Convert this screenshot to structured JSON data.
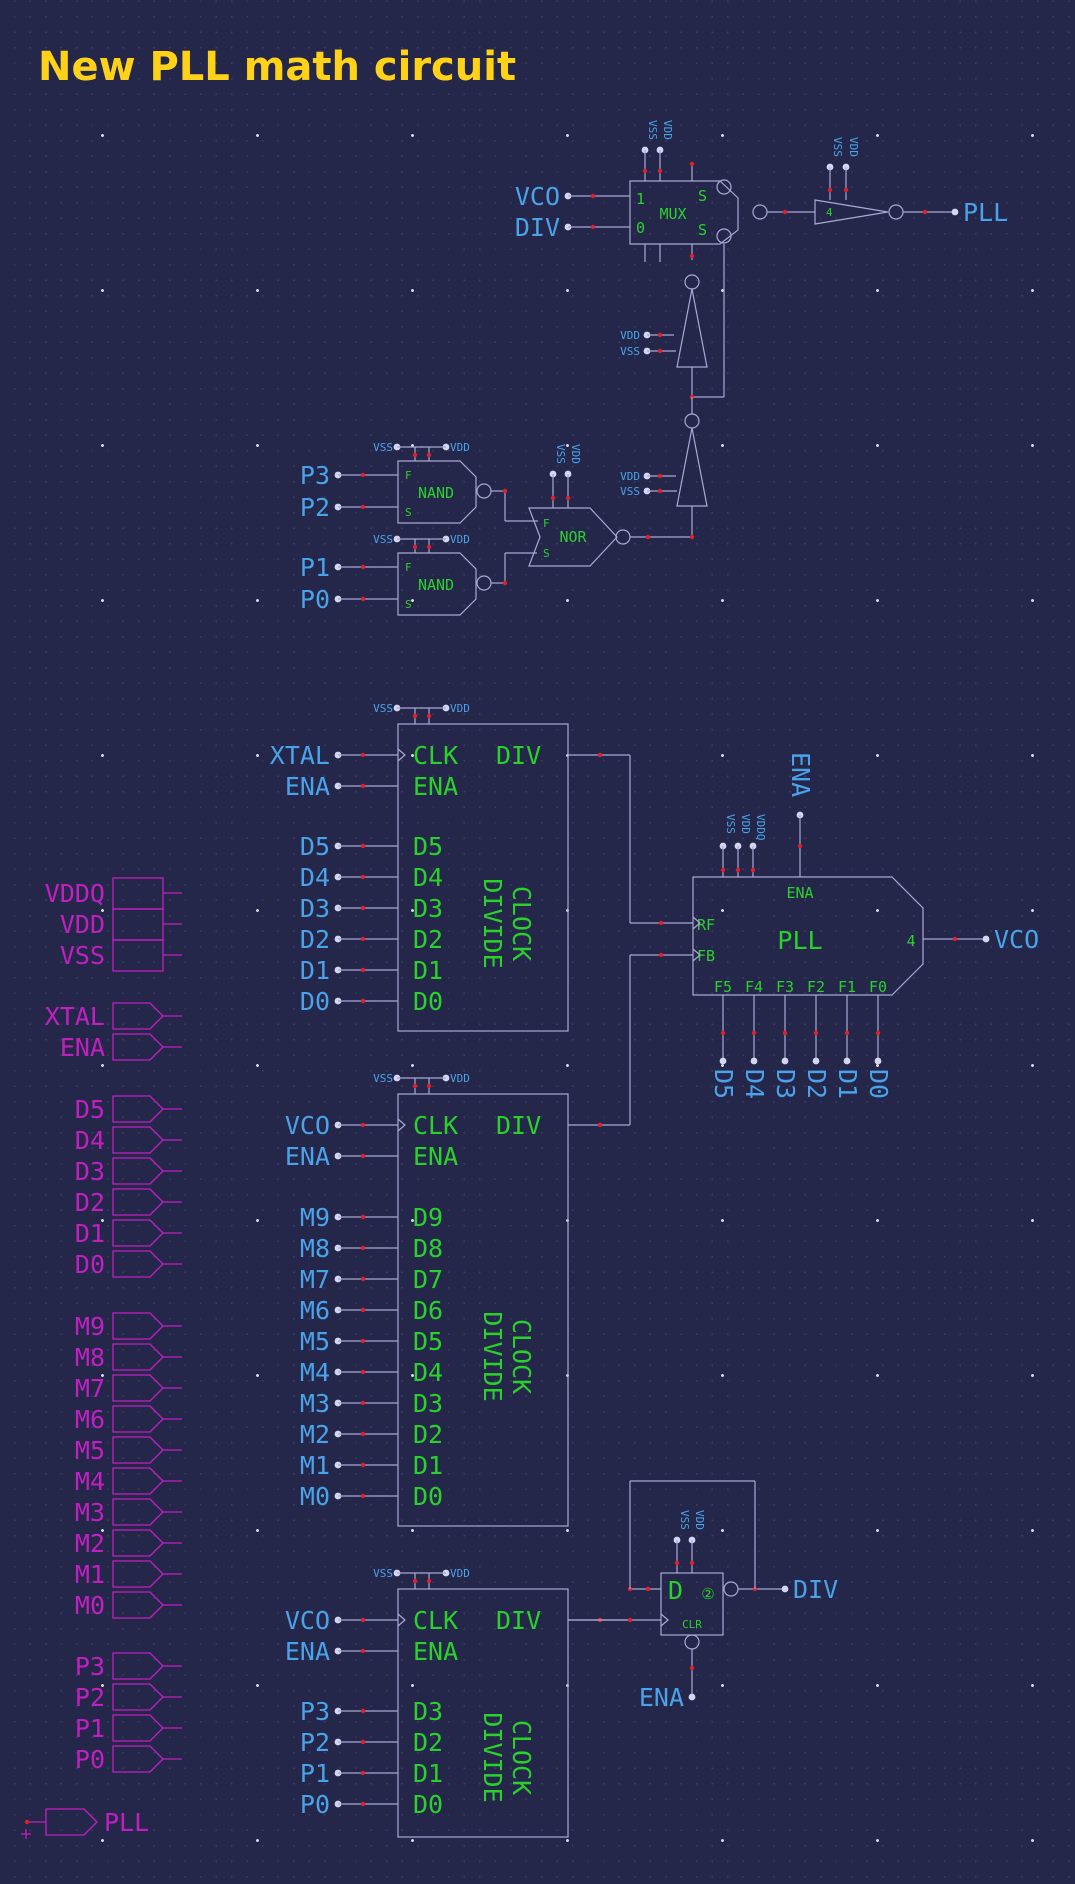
{
  "title": "New PLL math circuit",
  "colors": {
    "background": "#25274a",
    "title": "#ffd21a",
    "net_label": "#4aa2e8",
    "component_text": "#2bd12b",
    "port": "#c020c0",
    "wire": "#a9a9d6",
    "junction": "#e0202a"
  },
  "mux": {
    "in1": "VCO",
    "in0": "DIV",
    "pin1": "1",
    "pin0": "0",
    "label": "MUX",
    "s_top": "S",
    "s_bot": "S",
    "pwr1": "VSS",
    "pwr2": "VDD"
  },
  "buf4": {
    "label": "4",
    "out": "PLL",
    "pwr1": "VSS",
    "pwr2": "VDD"
  },
  "inv1": {
    "pwr1": "VDD",
    "pwr2": "VSS"
  },
  "inv2": {
    "pwr1": "VDD",
    "pwr2": "VSS"
  },
  "nand1": {
    "label": "NAND",
    "in_a": "P3",
    "in_b": "P2",
    "pwr1": "VSS",
    "pwr2": "VDD",
    "f": "F",
    "s": "S"
  },
  "nand2": {
    "label": "NAND",
    "in_a": "P1",
    "in_b": "P0",
    "pwr1": "VSS",
    "pwr2": "VDD",
    "f": "F",
    "s": "S"
  },
  "nor": {
    "label": "NOR",
    "pwr1": "VSS",
    "pwr2": "VDD",
    "f": "F",
    "s": "S"
  },
  "clkdiv1": {
    "clk_net": "XTAL",
    "ena_net": "ENA",
    "pin_clk": "CLK",
    "pin_div": "DIV",
    "pin_ena": "ENA",
    "name": "CLOCK DIVIDE",
    "pins": [
      "D5",
      "D4",
      "D3",
      "D2",
      "D1",
      "D0"
    ],
    "nets": [
      "D5",
      "D4",
      "D3",
      "D2",
      "D1",
      "D0"
    ],
    "pwr1": "VSS",
    "pwr2": "VDD"
  },
  "clkdiv2": {
    "clk_net": "VCO",
    "ena_net": "ENA",
    "pin_clk": "CLK",
    "pin_div": "DIV",
    "pin_ena": "ENA",
    "name": "CLOCK DIVIDE",
    "pins": [
      "D9",
      "D8",
      "D7",
      "D6",
      "D5",
      "D4",
      "D3",
      "D2",
      "D1",
      "D0"
    ],
    "nets": [
      "M9",
      "M8",
      "M7",
      "M6",
      "M5",
      "M4",
      "M3",
      "M2",
      "M1",
      "M0"
    ],
    "pwr1": "VSS",
    "pwr2": "VDD"
  },
  "clkdiv3": {
    "clk_net": "VCO",
    "ena_net": "ENA",
    "pin_clk": "CLK",
    "pin_div": "DIV",
    "pin_ena": "ENA",
    "name": "CLOCK DIVIDE",
    "pins": [
      "D3",
      "D2",
      "D1",
      "D0"
    ],
    "nets": [
      "P3",
      "P2",
      "P1",
      "P0"
    ],
    "pwr1": "VSS",
    "pwr2": "VDD"
  },
  "pll": {
    "label": "PLL",
    "ena": "ENA",
    "ena_net": "ENA",
    "rf": "RF",
    "fb": "FB",
    "out_num": "4",
    "out_net": "VCO",
    "f_pins": [
      "F5",
      "F4",
      "F3",
      "F2",
      "F1",
      "F0"
    ],
    "f_nets": [
      "D5",
      "D4",
      "D3",
      "D2",
      "D1",
      "D0"
    ],
    "pwr": [
      "VSS",
      "VDD",
      "VDDQ"
    ]
  },
  "dff": {
    "d": "D",
    "sym": "②",
    "clr": "CLR",
    "out": "DIV",
    "ena": "ENA",
    "pwr1": "VSS",
    "pwr2": "VDD"
  },
  "ports_power": [
    "VDDQ",
    "VDD",
    "VSS"
  ],
  "ports_in1": [
    "XTAL",
    "ENA"
  ],
  "ports_d": [
    "D5",
    "D4",
    "D3",
    "D2",
    "D1",
    "D0"
  ],
  "ports_m": [
    "M9",
    "M8",
    "M7",
    "M6",
    "M5",
    "M4",
    "M3",
    "M2",
    "M1",
    "M0"
  ],
  "ports_p": [
    "P3",
    "P2",
    "P1",
    "P0"
  ],
  "port_out": "PLL"
}
